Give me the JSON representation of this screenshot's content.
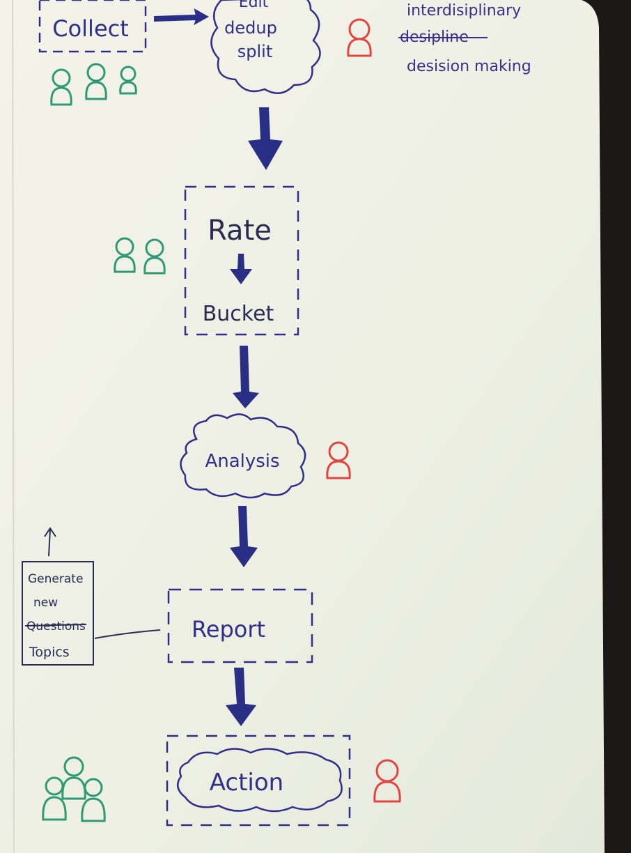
{
  "steps": {
    "collect": "Collect",
    "edit_lines": [
      "Edit",
      "dedup",
      "split"
    ],
    "rate": "Rate",
    "bucket": "Bucket",
    "analysis": "Analysis",
    "report": "Report",
    "action": "Action"
  },
  "notes": {
    "lines": [
      "interdisiplinary",
      "desipline",
      "desision making"
    ],
    "side_box_lines": [
      "Generate",
      "new",
      "Questions",
      "Topics"
    ]
  },
  "colors": {
    "page": "#eeefe4",
    "ink_blue": "#2f2f8a",
    "person_green": "#2e9a73",
    "person_red": "#e0453f",
    "arrow_fill": "#2a2f86"
  }
}
